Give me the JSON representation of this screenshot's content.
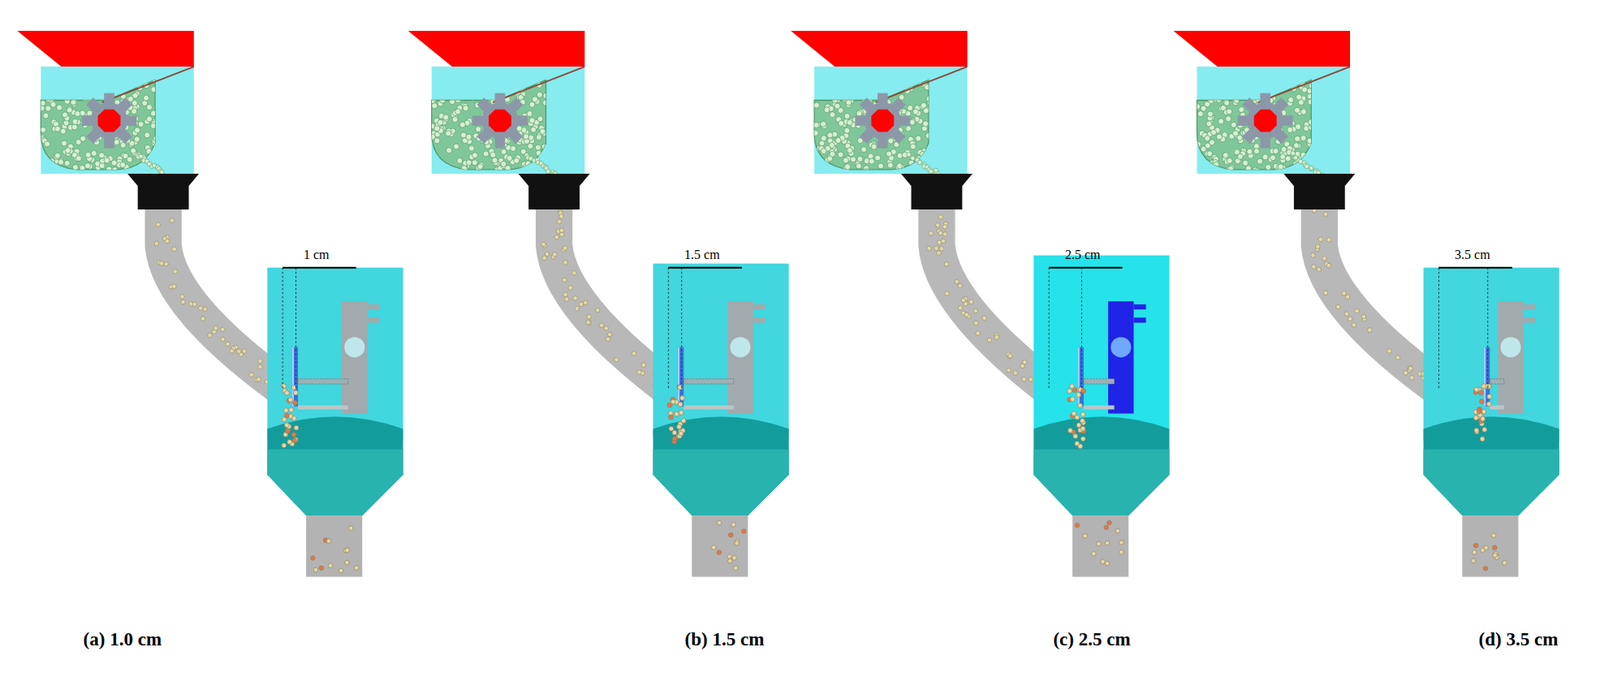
{
  "diagram": {
    "labels": [
      "1 cm",
      "1.5 cm",
      "2.5 cm",
      "3.5 cm",
      "(a) 1.0 cm",
      "(b) 1.5 cm",
      "(c) 2.5 cm",
      "(d) 3.5 cm"
    ]
  }
}
